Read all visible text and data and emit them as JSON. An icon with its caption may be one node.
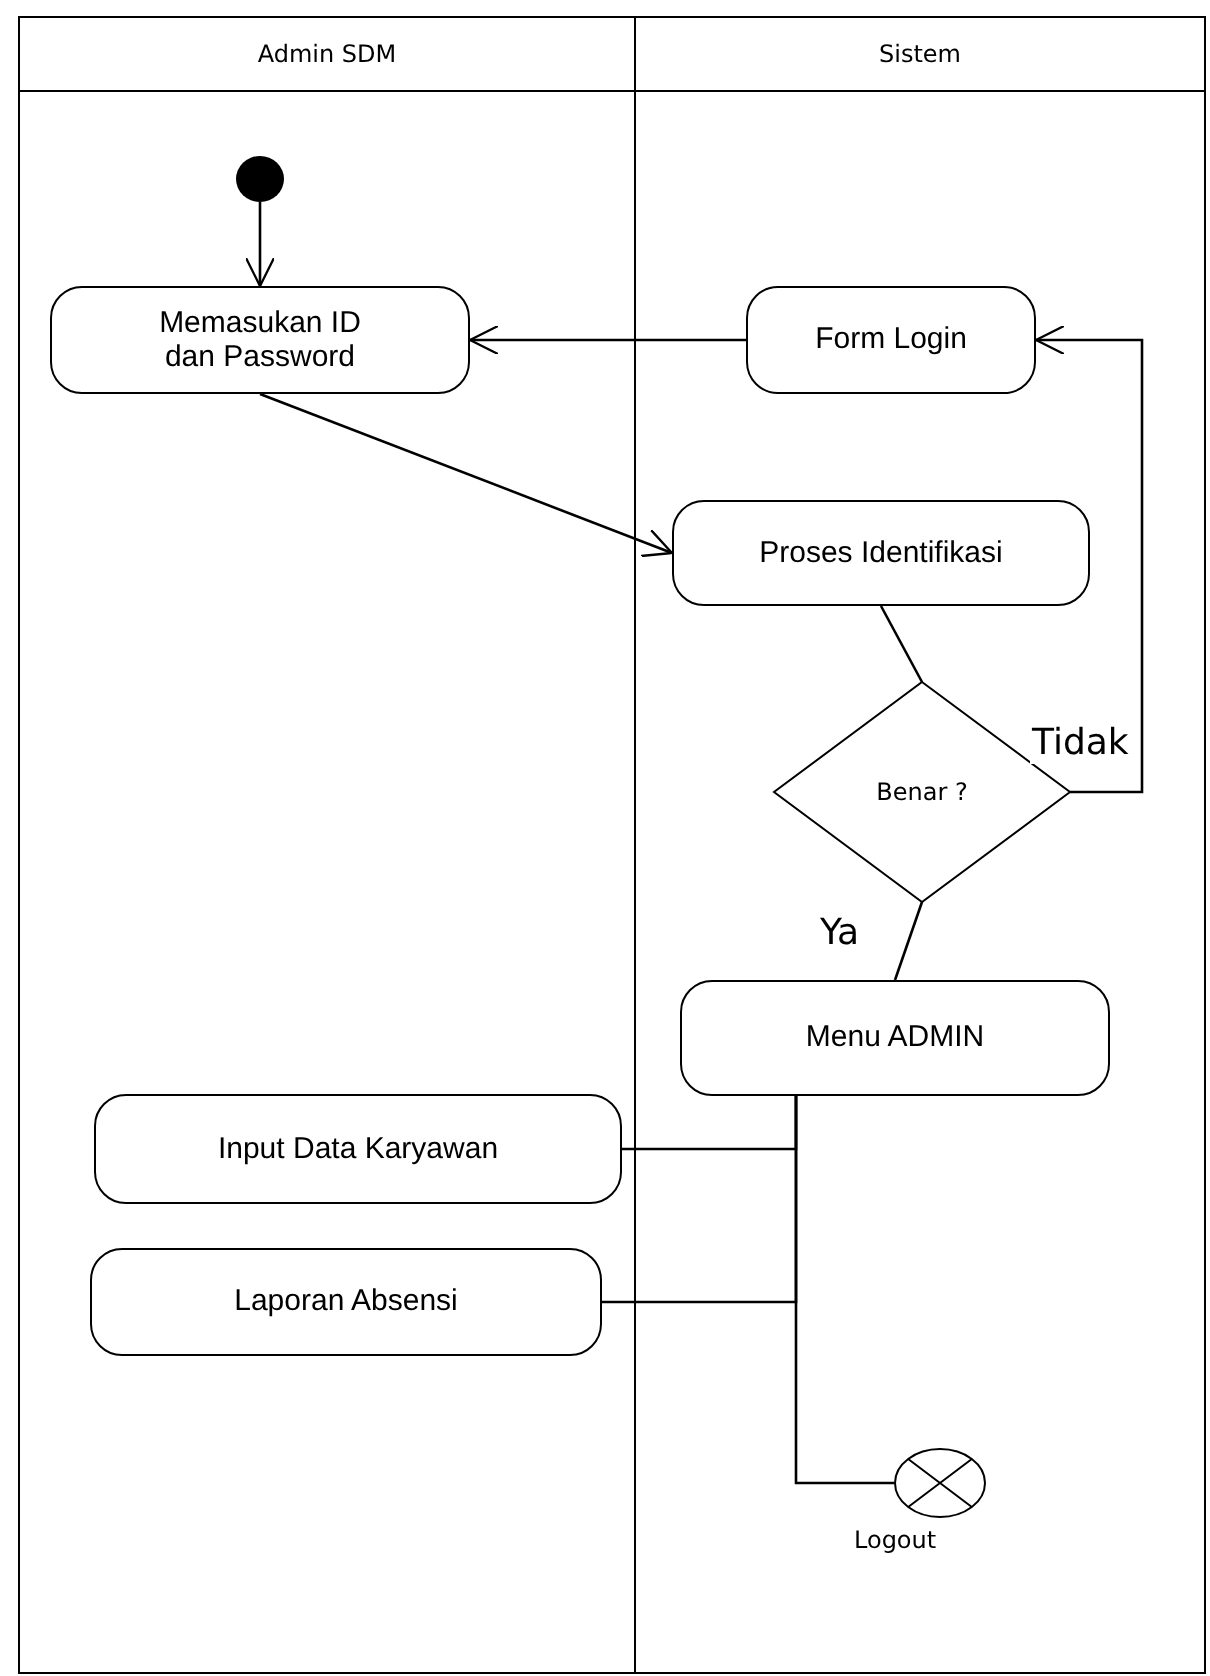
{
  "diagram": {
    "nodes": [
      {
        "text": [
          "Admin SDM"
        ]
      },
      {
        "text": [
          "Sistem"
        ]
      },
      {
        "text": [],
        "shape": "circle",
        "in": 0
      },
      {
        "text": [
          "Memasukan ID dan Password"
        ],
        "in": 0
      },
      {
        "text": [
          "Form Login"
        ],
        "in": 1
      },
      {
        "text": [
          "Proses Identifikasi"
        ],
        "in": 1
      },
      {
        "text": [
          "Benar ?"
        ],
        "in": 1
      },
      {
        "text": [
          "Menu ADMIN"
        ],
        "in": 1
      },
      {
        "text": [
          "Input Data Karyawan"
        ],
        "in": 0
      },
      {
        "text": [
          "Laporan Absensi"
        ],
        "in": 0
      },
      {
        "text": [],
        "shape": "circle",
        "beside": [
          "Logout"
        ],
        "in": 1
      }
    ],
    "edges": [
      {
        "from": 2,
        "to": 3,
        "arrow": "to"
      },
      {
        "from": 4,
        "to": 3,
        "arrow": "to"
      },
      {
        "from": 3,
        "to": 5,
        "arrow": "to"
      },
      {
        "from": 5,
        "to": 6,
        "arrow": "none"
      },
      {
        "from": 6,
        "to": 4,
        "arrow": "to",
        "label": "Tidak"
      },
      {
        "from": 6,
        "to": 7,
        "arrow": "none",
        "label": "Ya"
      },
      {
        "from": 7,
        "to": 8,
        "arrow": "none"
      },
      {
        "from": 7,
        "to": 9,
        "arrow": "none"
      },
      {
        "from": 7,
        "to": 10,
        "arrow": "none"
      }
    ]
  }
}
